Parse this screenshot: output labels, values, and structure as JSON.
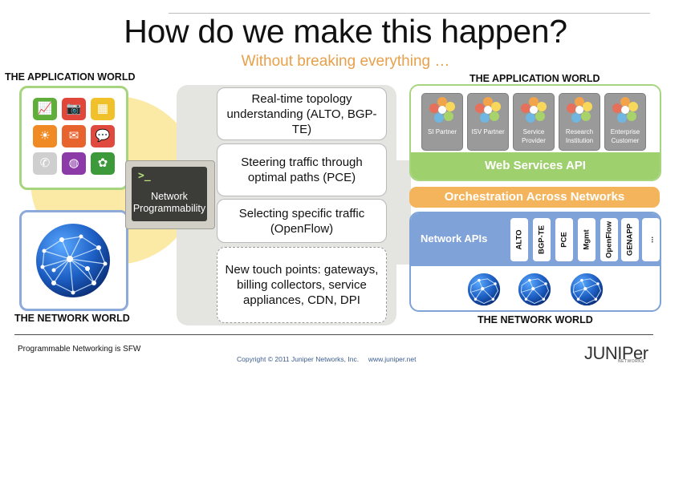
{
  "title": "How do we make this happen?",
  "subtitle": "Without breaking everything …",
  "left": {
    "app_world_label": "THE APPLICATION WORLD",
    "network_world_label": "THE NETWORK WORLD",
    "app_icons": [
      {
        "name": "chart-icon",
        "glyph": "📈",
        "color": "#5fae3a"
      },
      {
        "name": "camera-icon",
        "glyph": "📷",
        "color": "#e0473a"
      },
      {
        "name": "grid-icon",
        "glyph": "▦",
        "color": "#f0c12a"
      },
      {
        "name": "sun-icon",
        "glyph": "☀",
        "color": "#f08a24"
      },
      {
        "name": "mail-icon",
        "glyph": "✉",
        "color": "#e8642e"
      },
      {
        "name": "chat-icon",
        "glyph": "💬",
        "color": "#e04a3e"
      },
      {
        "name": "phone-icon",
        "glyph": "✆",
        "color": "#cfcfcf"
      },
      {
        "name": "globe-app-icon",
        "glyph": "◍",
        "color": "#8b3aa8"
      },
      {
        "name": "settings-icon",
        "glyph": "✿",
        "color": "#3c9a3a"
      }
    ]
  },
  "center": {
    "programmability_prompt": ">_",
    "programmability_label": "Network Programmability",
    "cards": [
      "Real-time topology understanding (ALTO, BGP-TE)",
      "Steering traffic through optimal paths (PCE)",
      "Selecting specific traffic (OpenFlow)",
      "New touch points: gateways, billing collectors, service appliances, CDN, DPI"
    ]
  },
  "right": {
    "app_world_label": "THE APPLICATION WORLD",
    "network_world_label": "THE NETWORK WORLD",
    "partners": [
      "SI Partner",
      "ISV Partner",
      "Service Provider",
      "Research Institution",
      "Enterprise Customer"
    ],
    "web_services_api": "Web Services API",
    "orchestration": "Orchestration Across Networks",
    "network_apis_label": "Network APIs",
    "api_tabs": [
      "ALTO",
      "BGP-TE",
      "PCE",
      "Mgmt",
      "OpenFlow",
      "GENAPP",
      "..."
    ]
  },
  "footer": {
    "left_text": "Programmable Networking is SFW",
    "copyright": "Copyright © 2011 Juniper Networks, Inc.     www.juniper.net",
    "logo": "JUNIPer",
    "logo_sub": "NETWORKS"
  },
  "colors": {
    "subtitle": "#e8a04a",
    "green": "#9fd06e",
    "orange": "#f4b45c",
    "blue": "#7fa2d8"
  }
}
